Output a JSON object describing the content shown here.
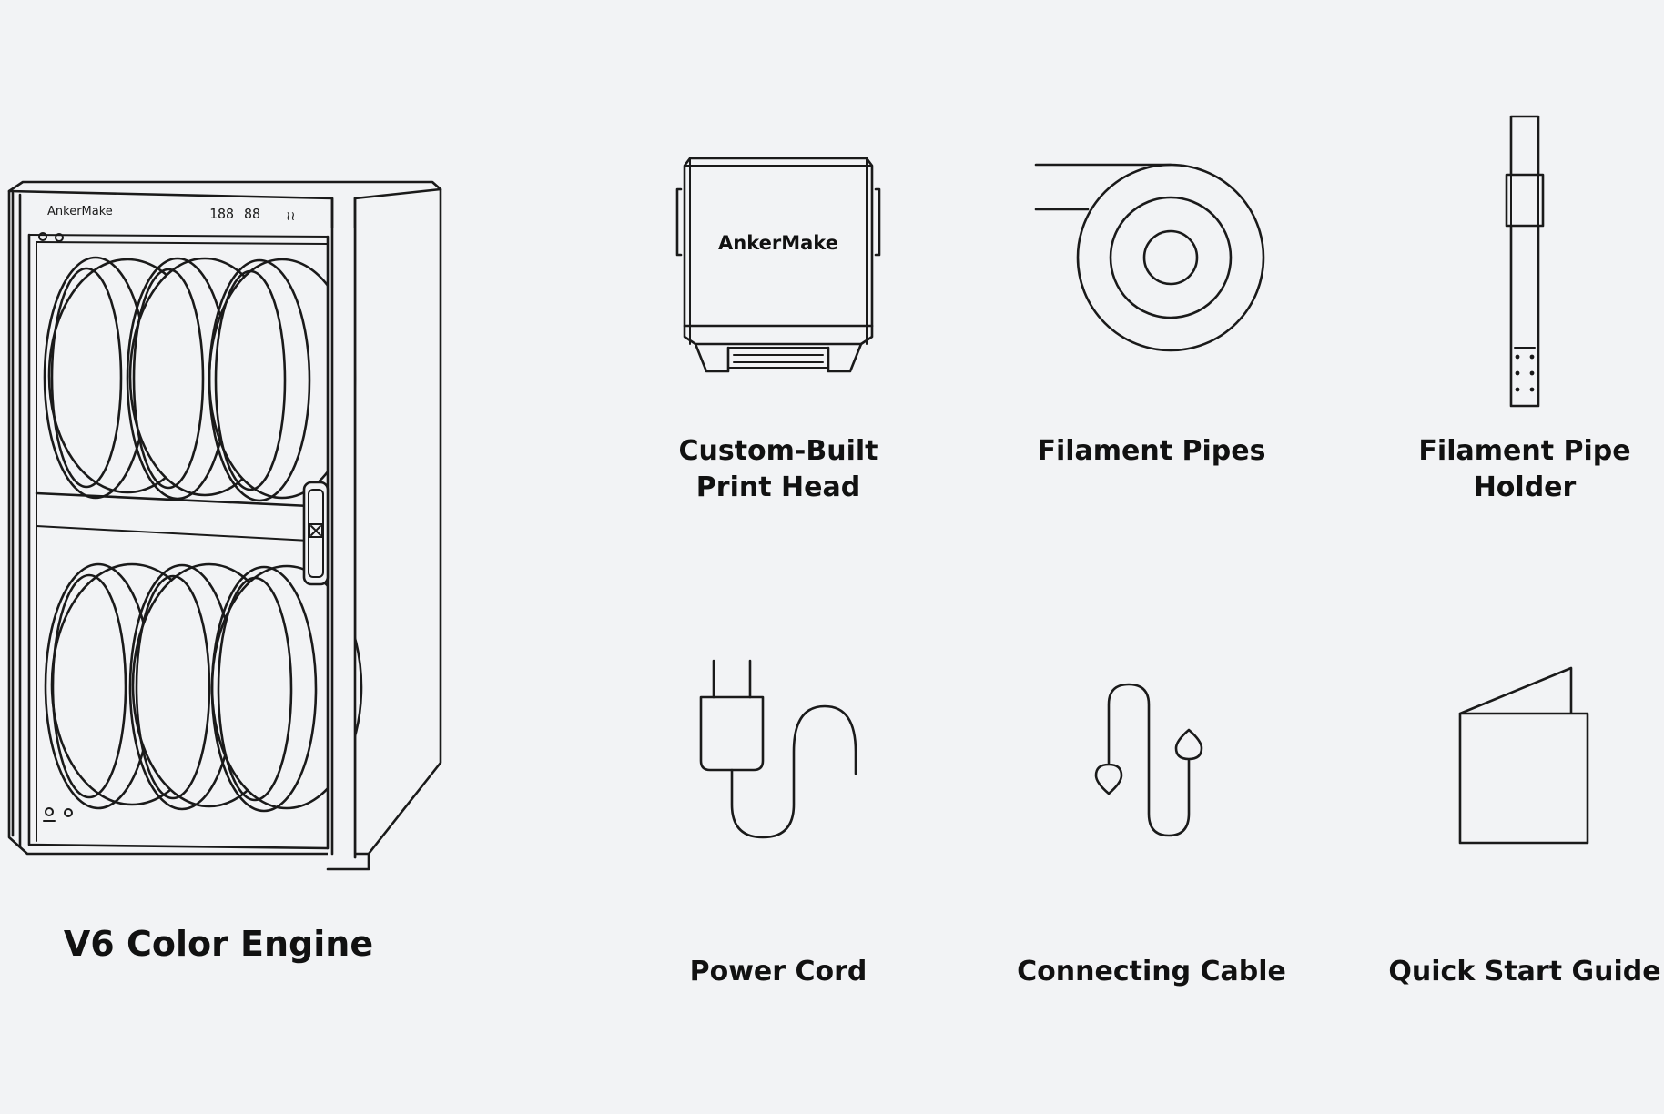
{
  "background_color": "#f2f3f5",
  "items": {
    "color_engine": {
      "label": "V6 Color Engine",
      "icon": "color-engine-cabinet-icon",
      "brand_mark": "AnkerMake",
      "display_readout_temp": "188",
      "display_readout_humidity": "88"
    },
    "print_head": {
      "label_line1": "Custom-Built",
      "label_line2": "Print Head",
      "icon": "print-head-icon",
      "brand_mark": "AnkerMake"
    },
    "filament_pipes": {
      "label": "Filament Pipes",
      "icon": "filament-pipe-coil-icon"
    },
    "pipe_holder": {
      "label_line1": "Filament Pipe",
      "label_line2": "Holder",
      "icon": "pipe-holder-icon"
    },
    "power_cord": {
      "label": "Power Cord",
      "icon": "power-plug-icon"
    },
    "connecting_cable": {
      "label": "Connecting Cable",
      "icon": "connecting-cable-icon"
    },
    "quick_start_guide": {
      "label": "Quick Start Guide",
      "icon": "booklet-icon"
    }
  }
}
